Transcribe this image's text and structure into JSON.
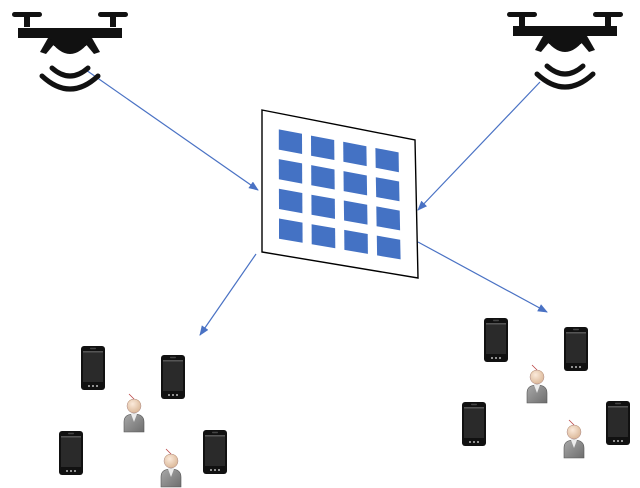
{
  "colors": {
    "background": "#ffffff",
    "arrow": "#4a72c4",
    "ris_element": "#4472c4",
    "ris_frame": "#000000",
    "drone": "#111111",
    "phone_body": "#111111",
    "phone_screen": "#2a2a2a",
    "user_skin": "#f2d7bf",
    "user_shirt": "#8a8a8a"
  },
  "ris_grid": {
    "rows": 4,
    "cols": 4
  },
  "icons": {
    "drone": "drone-icon",
    "ris": "ris-panel-icon",
    "phone": "phone-icon",
    "user": "user-icon"
  },
  "drones": [
    {
      "id": "drone-left"
    },
    {
      "id": "drone-right"
    }
  ],
  "user_groups": [
    {
      "id": "group-left",
      "phones": 4,
      "users": 2
    },
    {
      "id": "group-right",
      "phones": 4,
      "users": 2
    }
  ]
}
